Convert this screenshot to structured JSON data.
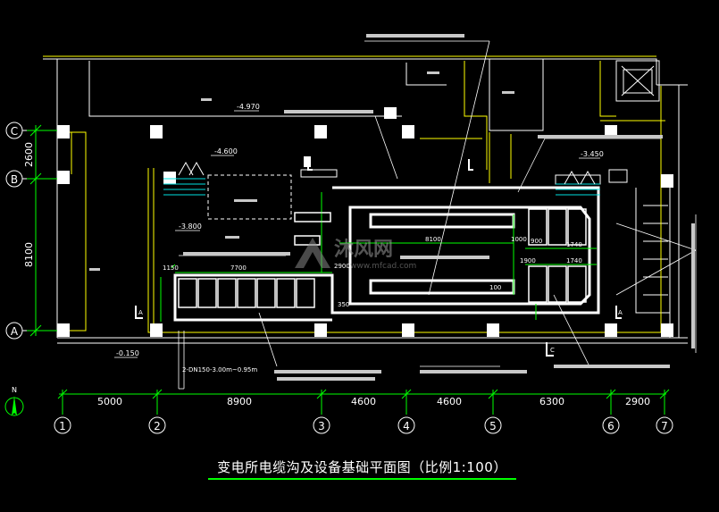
{
  "drawing": {
    "title": "变电所电缆沟及设备基础平面图（比例1:100）"
  },
  "grid": {
    "columns": [
      {
        "label": "1"
      },
      {
        "label": "2"
      },
      {
        "label": "3"
      },
      {
        "label": "4"
      },
      {
        "label": "5"
      },
      {
        "label": "6"
      },
      {
        "label": "7"
      }
    ],
    "column_spacings": [
      "5000",
      "8900",
      "4600",
      "4600",
      "6300",
      "2900"
    ],
    "rows": [
      {
        "label": "C"
      },
      {
        "label": "B"
      },
      {
        "label": "A"
      }
    ],
    "row_spacings": [
      "2600",
      "8100"
    ]
  },
  "north": {
    "label": "N"
  },
  "levels": {
    "l1": "-4.970",
    "l2": "-4.600",
    "l3": "-3.800",
    "l4": "-3.450",
    "l5": "-0.150"
  },
  "dimensions": {
    "d7700": "7700",
    "d1150": "1150",
    "d8100": "8100",
    "d1000": "1000",
    "d100": "100",
    "d900": "900",
    "d1740a": "1740",
    "d1740b": "1740",
    "d1900": "1900",
    "d2900": "2900",
    "d350": "350"
  },
  "annotations": {
    "pipe": "2-DN150-3.00m~0.95m",
    "ref_a": "A",
    "ref_b": "A",
    "ref_c": "C"
  },
  "watermark": {
    "brand": "沐风网",
    "url": "www.mfcad.com"
  }
}
